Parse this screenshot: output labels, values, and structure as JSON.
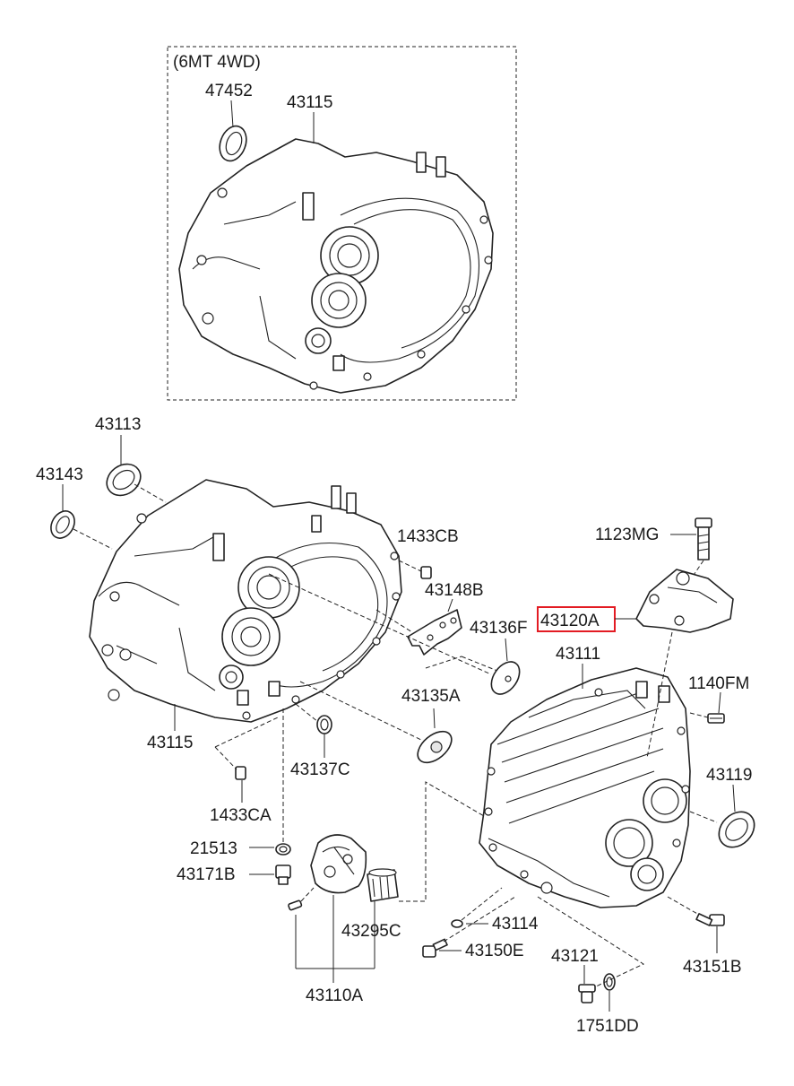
{
  "variant_box": {
    "label": "(6MT 4WD)"
  },
  "highlight_color": "#e31b23",
  "parts": {
    "p47452": "47452",
    "p43115_top": "43115",
    "p43113": "43113",
    "p43143": "43143",
    "p1433CB": "1433CB",
    "p43148B": "43148B",
    "p43136F": "43136F",
    "p43120A": "43120A",
    "p1123MG": "1123MG",
    "p43111": "43111",
    "p1140FM": "1140FM",
    "p43135A": "43135A",
    "p43115_mid": "43115",
    "p43137C": "43137C",
    "p43119": "43119",
    "p1433CA": "1433CA",
    "p21513": "21513",
    "p43171B": "43171B",
    "p43295C": "43295C",
    "p43114": "43114",
    "p43150E": "43150E",
    "p43151B": "43151B",
    "p43121": "43121",
    "p1751DD": "1751DD",
    "p43110A": "43110A"
  }
}
